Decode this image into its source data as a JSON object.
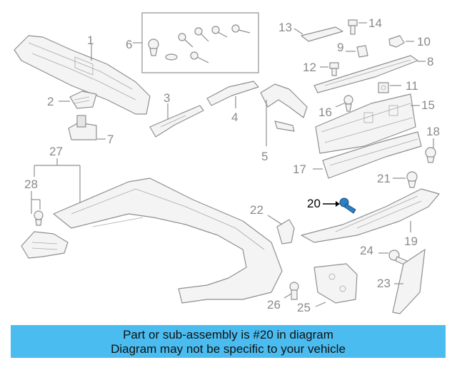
{
  "callouts": {
    "c1": "1",
    "c2": "2",
    "c3": "3",
    "c4": "4",
    "c5": "5",
    "c6": "6",
    "c7": "7",
    "c8": "8",
    "c9": "9",
    "c10": "10",
    "c11": "11",
    "c12": "12",
    "c13": "13",
    "c14": "14",
    "c15": "15",
    "c16": "16",
    "c17": "17",
    "c18": "18",
    "c19": "19",
    "c20": "20",
    "c21": "21",
    "c22": "22",
    "c23": "23",
    "c24": "24",
    "c25": "25",
    "c26": "26",
    "c27": "27",
    "c28": "28"
  },
  "highlight_color": "#2d7fc4",
  "banner": {
    "line1": "Part or sub-assembly is #20 in diagram",
    "line2": "Diagram may not be specific to your vehicle",
    "color": "#4bbcf0"
  }
}
